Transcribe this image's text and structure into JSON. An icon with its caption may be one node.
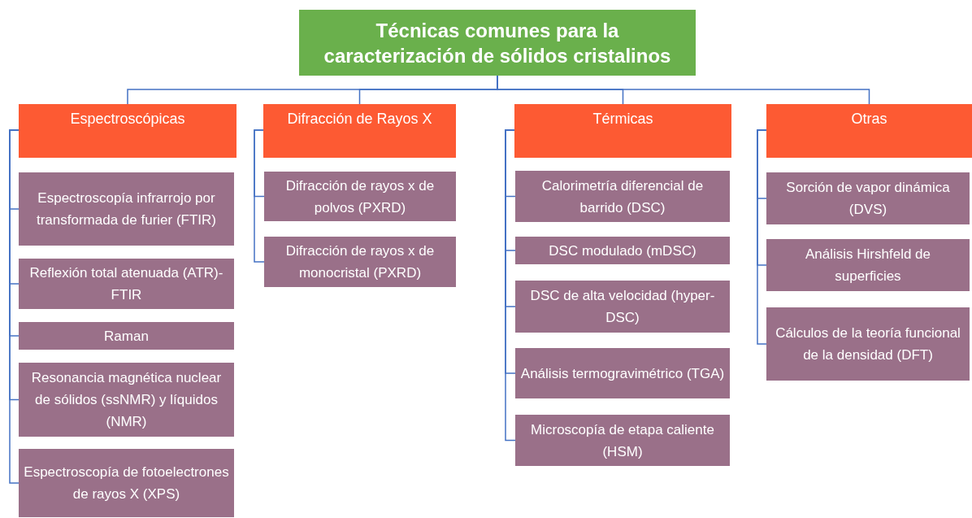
{
  "diagram": {
    "nodes": [
      {
        "text": [
          "Técnicas comunes para la caracterización de sólidos cristalinos"
        ]
      },
      {
        "text": [
          "Espectroscópicas"
        ]
      },
      {
        "text": [
          "Espectroscopía infrarrojo por transformada de furier (FTIR)"
        ]
      },
      {
        "text": [
          "Reflexión total atenuada (ATR)-FTIR"
        ]
      },
      {
        "text": [
          "Raman"
        ]
      },
      {
        "text": [
          "Resonancia magnética nuclear de sólidos (ssNMR) y líquidos (NMR)"
        ]
      },
      {
        "text": [
          "Espectroscopía de fotoelectrones de rayos X (XPS)"
        ]
      },
      {
        "text": [
          "Difracción de Rayos X"
        ]
      },
      {
        "text": [
          "Difracción de rayos x de polvos (PXRD)"
        ]
      },
      {
        "text": [
          "Difracción de rayos x de monocristal (PXRD)"
        ]
      },
      {
        "text": [
          "Térmicas"
        ]
      },
      {
        "text": [
          "Calorimetría diferencial de barrido (DSC)"
        ]
      },
      {
        "text": [
          "DSC modulado (mDSC)"
        ]
      },
      {
        "text": [
          "DSC de alta velocidad (hyper-DSC)"
        ]
      },
      {
        "text": [
          "Análisis termogravimétrico (TGA)"
        ]
      },
      {
        "text": [
          "Microscopía de etapa caliente (HSM)"
        ]
      },
      {
        "text": [
          "Otras"
        ]
      },
      {
        "text": [
          "Sorción de vapor dinámica (DVS)"
        ]
      },
      {
        "text": [
          "Análisis Hirshfeld de superficies"
        ]
      },
      {
        "text": [
          "Cálculos de la teoría funcional de la densidad (DFT)"
        ]
      }
    ],
    "edges": [
      {
        "from": 0,
        "to": 1,
        "arrow": "none"
      },
      {
        "from": 0,
        "to": 7,
        "arrow": "none"
      },
      {
        "from": 0,
        "to": 10,
        "arrow": "none"
      },
      {
        "from": 0,
        "to": 16,
        "arrow": "none"
      },
      {
        "from": 1,
        "to": 2,
        "arrow": "none"
      },
      {
        "from": 1,
        "to": 3,
        "arrow": "none"
      },
      {
        "from": 1,
        "to": 4,
        "arrow": "none"
      },
      {
        "from": 1,
        "to": 5,
        "arrow": "none"
      },
      {
        "from": 1,
        "to": 6,
        "arrow": "none"
      },
      {
        "from": 7,
        "to": 8,
        "arrow": "none"
      },
      {
        "from": 7,
        "to": 9,
        "arrow": "none"
      },
      {
        "from": 10,
        "to": 11,
        "arrow": "none"
      },
      {
        "from": 10,
        "to": 12,
        "arrow": "none"
      },
      {
        "from": 10,
        "to": 13,
        "arrow": "none"
      },
      {
        "from": 10,
        "to": 14,
        "arrow": "none"
      },
      {
        "from": 10,
        "to": 15,
        "arrow": "none"
      },
      {
        "from": 16,
        "to": 17,
        "arrow": "none"
      },
      {
        "from": 16,
        "to": 18,
        "arrow": "none"
      },
      {
        "from": 16,
        "to": 19,
        "arrow": "none"
      }
    ]
  }
}
